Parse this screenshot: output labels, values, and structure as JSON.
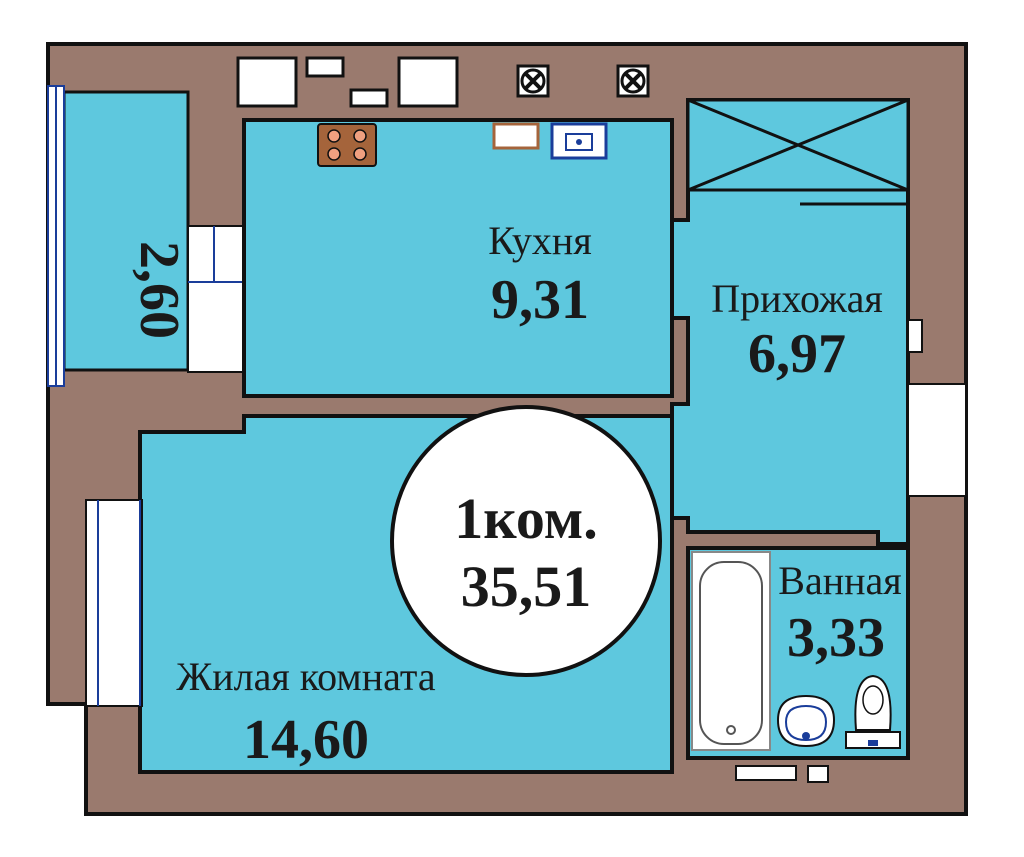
{
  "plan": {
    "colors": {
      "wall": "#9a7a6e",
      "room": "#5ec8de",
      "outline": "#111111",
      "badge": "#ffffff",
      "window": "#1a3d9a",
      "appliance_brown": "#a5643b"
    },
    "rooms": {
      "kitchen": {
        "name": "Кухня",
        "area": "9,31"
      },
      "hallway": {
        "name": "Прихожая",
        "area": "6,97"
      },
      "living": {
        "name": "Жилая комната",
        "area": "14,60"
      },
      "bathroom": {
        "name": "Ванная",
        "area": "3,33"
      },
      "balcony": {
        "area": "2,60"
      }
    },
    "badge": {
      "rooms": "1ком.",
      "total": "35,51"
    },
    "icons": [
      "stove-icon",
      "sink-icon",
      "bathtub-icon",
      "toilet-icon",
      "washbasin-icon",
      "vent-icon"
    ]
  }
}
